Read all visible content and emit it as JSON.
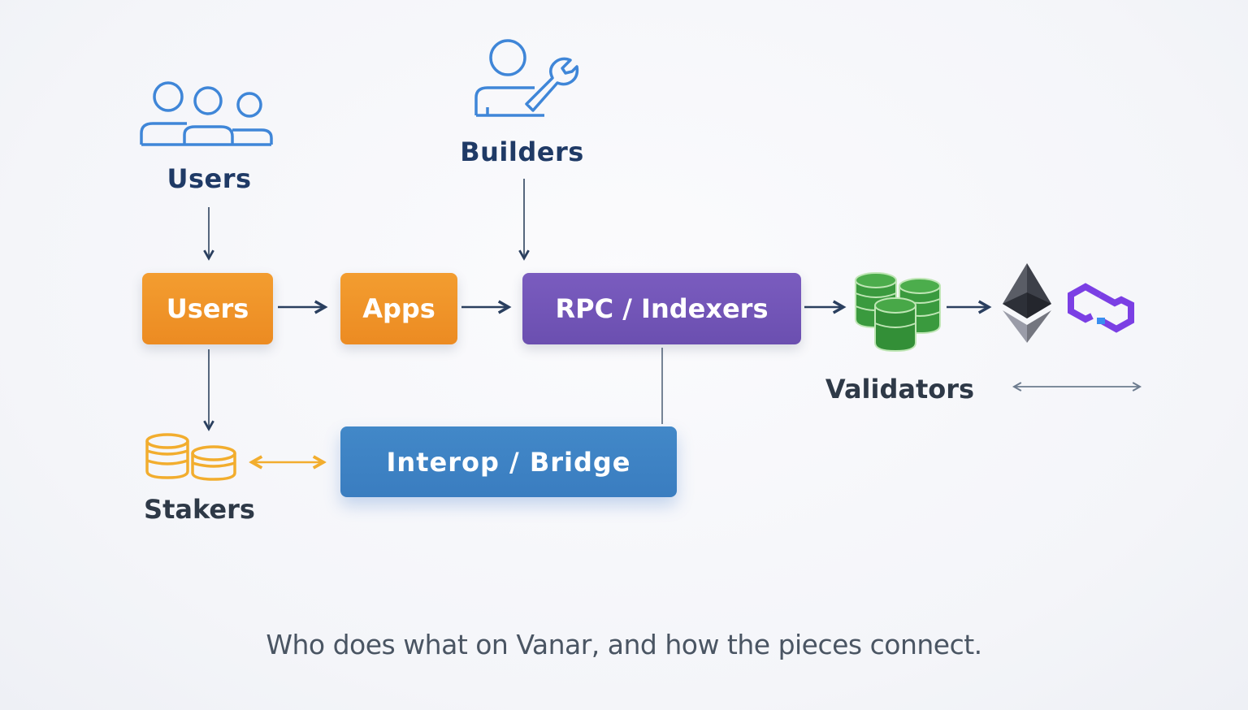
{
  "diagram": {
    "actors": {
      "users": {
        "label": "Users",
        "icon": "users-group-icon"
      },
      "builders": {
        "label": "Builders",
        "icon": "builder-wrench-icon"
      },
      "stakers": {
        "label": "Stakers",
        "icon": "coins-stack-icon"
      },
      "validators": {
        "label": "Validators",
        "icon": "database-stack-icon"
      }
    },
    "nodes": {
      "users": {
        "label": "Users"
      },
      "apps": {
        "label": "Apps"
      },
      "rpc": {
        "label": "RPC / Indexers"
      },
      "bridge": {
        "label": "Interop / Bridge"
      }
    },
    "chains": [
      {
        "name": "Ethereum",
        "icon": "ethereum-icon"
      },
      {
        "name": "Polygon",
        "icon": "polygon-icon"
      }
    ],
    "colors": {
      "orange": "#f0922a",
      "purple": "#7256b8",
      "blue": "#3e82c4",
      "green": "#3a9a3e",
      "gold": "#f2ad2e",
      "icon_blue": "#3f86d8",
      "text_dark": "#1f3a66",
      "arrow": "#2a3f5f"
    },
    "caption": "Who does what on Vanar, and how the pieces connect."
  }
}
